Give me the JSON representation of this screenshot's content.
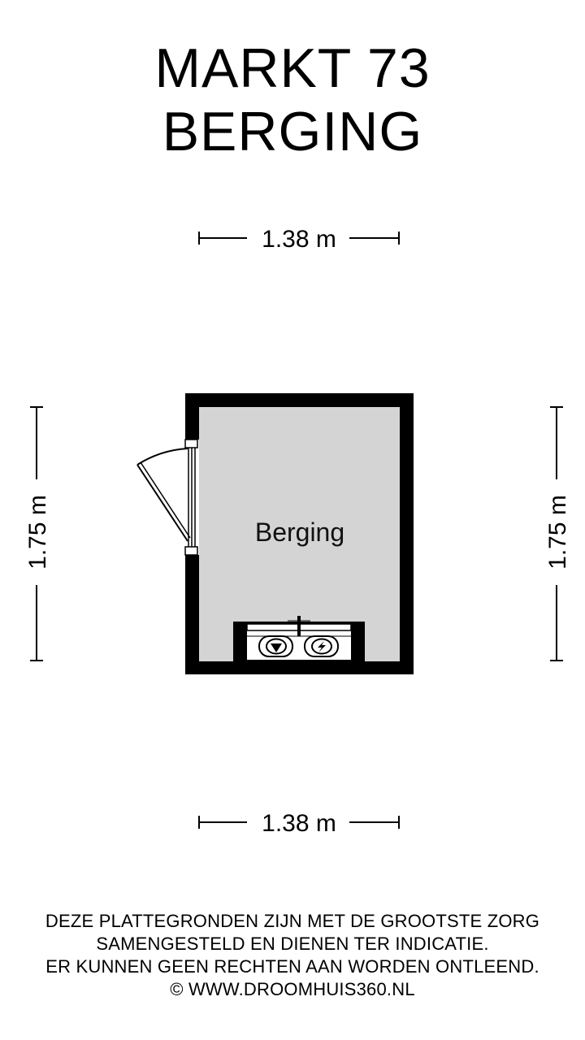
{
  "title": {
    "line1": "MARKT 73",
    "line2": "BERGING"
  },
  "dimensions": {
    "top": "1.38 m",
    "bottom": "1.38 m",
    "left": "1.75 m",
    "right": "1.75 m"
  },
  "room": {
    "label": "Berging"
  },
  "disclaimer": {
    "line1": "DEZE PLATTEGRONDEN ZIJN MET DE GROOTSTE ZORG",
    "line2": "SAMENGESTELD EN DIENEN TER INDICATIE.",
    "line3": "ER KUNNEN GEEN RECHTEN AAN WORDEN ONTLEEND.",
    "line4": "© WWW.DROOMHUIS360.NL"
  },
  "icons": [
    "water-meter-icon",
    "electricity-meter-icon"
  ],
  "colors": {
    "wall": "#000000",
    "floor": "#d4d4d4",
    "background": "#ffffff"
  }
}
